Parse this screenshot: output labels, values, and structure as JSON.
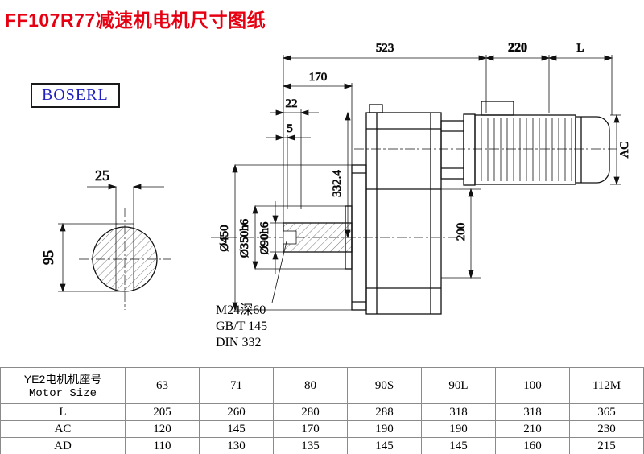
{
  "page": {
    "title": "FF107R77减速机电机尺寸图纸",
    "brand": "BOSERL"
  },
  "colors": {
    "title_red": "#e60012",
    "brand_blue": "#1f1fbf"
  },
  "drawing": {
    "dim_523": "523",
    "dim_220": "220",
    "dim_L": "L",
    "dim_170": "170",
    "dim_22": "22",
    "dim_5": "5",
    "dim_AC": "AC",
    "dim_25": "25",
    "dim_95": "95",
    "dia_450": "Ø450",
    "dia_350": "Ø350h6",
    "dia_90": "Ø90h6",
    "dim_332_4": "332.4",
    "dim_200": "200",
    "note_1": "M24深60",
    "note_2": "GB/T 145",
    "note_3": "DIN 332"
  },
  "table": {
    "header": {
      "line1": "YE2电机机座号",
      "line2": "Motor Size"
    },
    "sizes": [
      "63",
      "71",
      "80",
      "90S",
      "90L",
      "100",
      "112M"
    ],
    "rows": [
      {
        "label": "L",
        "values": [
          "205",
          "260",
          "280",
          "288",
          "318",
          "318",
          "365"
        ]
      },
      {
        "label": "AC",
        "values": [
          "120",
          "145",
          "170",
          "190",
          "190",
          "210",
          "230"
        ]
      },
      {
        "label": "AD",
        "values": [
          "110",
          "130",
          "135",
          "145",
          "145",
          "160",
          "215"
        ]
      }
    ]
  }
}
